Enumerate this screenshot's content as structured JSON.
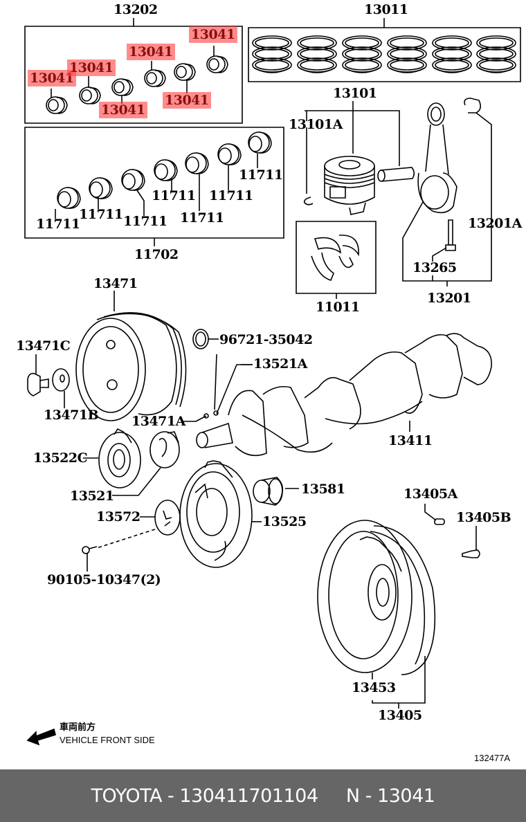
{
  "diagram": {
    "title_refs": [
      "13202",
      "13011",
      "13101",
      "11702",
      "11011",
      "13201"
    ],
    "callouts": {
      "bearing_set_upper": "13202",
      "piston_ring_set": "13011",
      "piston_sub_assy": "13101",
      "snap_ring": "13101A",
      "con_rod_bushing": "13201A",
      "con_rod_bolt": "13265",
      "con_rod_assy": "13201",
      "crank_bearing_set": "11702",
      "thrust_washer_set": "11011",
      "crank_pulley": "13471",
      "pulley_bolt": "13471C",
      "pulley_washer": "13471B",
      "pulley_key": "13471A",
      "o_ring": "96721-35042",
      "crank_key": "13521A",
      "crankshaft": "13411",
      "timing_gear_c": "13522C",
      "timing_gear": "13521",
      "gear_plate": "13572",
      "screw": "90105-10347(2)",
      "idler_gear": "13525",
      "shaft_plug": "13581",
      "flywheel_pin": "13405A",
      "flywheel_bolt": "13405B",
      "ring_gear": "13453",
      "flywheel_assy": "13405"
    },
    "highlighted_part": "13041",
    "highlighted_count": 6,
    "bearing_11711_count": 7,
    "bearing_label": "11711"
  },
  "legend": {
    "direction_jp": "車両前方",
    "direction_en": "VEHICLE FRONT SIDE",
    "drawing_id": "132477A"
  },
  "footer": {
    "text": "TOYOTA - 130411701104     N - 13041"
  },
  "colors": {
    "highlight": "#ff4646",
    "highlight_text": "#8a0f0f",
    "footer_bg": "#666666",
    "footer_text": "#ffffff"
  }
}
